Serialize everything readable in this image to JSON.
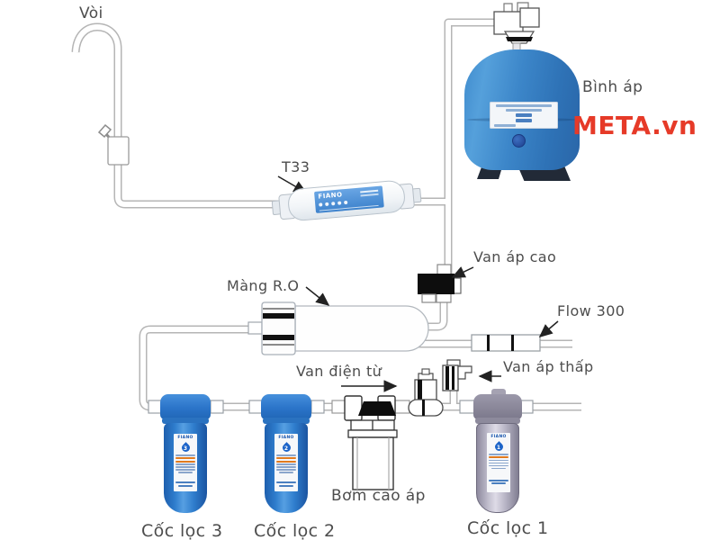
{
  "labels": {
    "faucet": "Vòi",
    "t33": "T33",
    "pressure_tank": "Bình áp",
    "high_pressure_valve": "Van áp cao",
    "ro_membrane": "Màng R.O",
    "flow_restrictor": "Flow 300",
    "solenoid_valve": "Van điện từ",
    "low_pressure_valve": "Van áp thấp",
    "pump": "Bơm cao áp",
    "filter_cup_3": "Cốc lọc 3",
    "filter_cup_2": "Cốc lọc 2",
    "filter_cup_1": "Cốc lọc 1"
  },
  "watermark": {
    "text": "META.vn",
    "color": "#e63a28"
  },
  "brand": {
    "name": "FIANO"
  },
  "filter_stages": {
    "cup3": "3",
    "cup2": "2",
    "cup1": "1"
  },
  "colors": {
    "tank_blue": "#3b84c7",
    "filter_blue": "#2e7ccc",
    "clear_filter_gray": "#b9b5c6",
    "pipe_gray": "#b5b5b5",
    "lineart_dark": "#333333",
    "label_text": "#4d4d4d",
    "t33_label_blue": "#4487cf"
  }
}
